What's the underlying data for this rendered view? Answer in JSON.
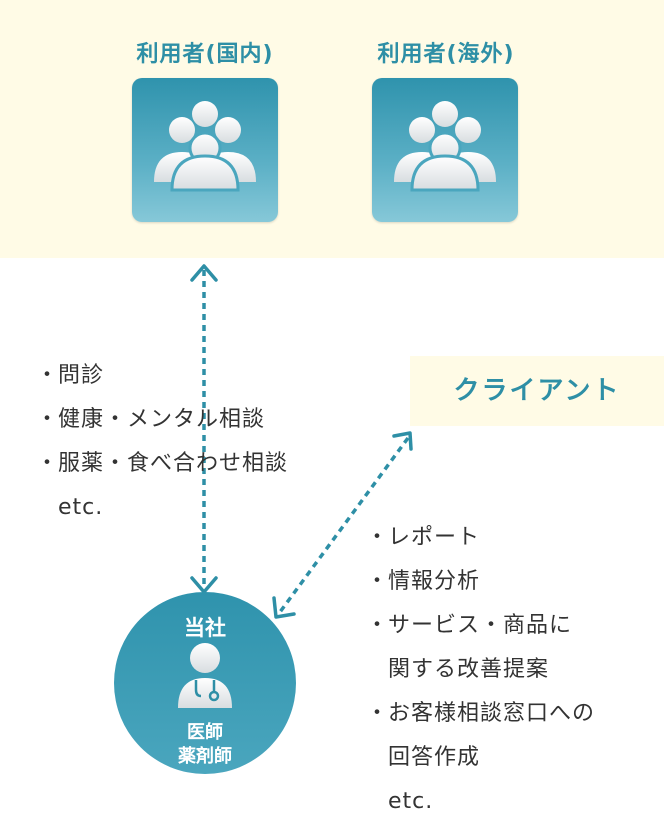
{
  "users": [
    {
      "label": "利用者(国内)"
    },
    {
      "label": "利用者(海外)"
    }
  ],
  "user_services": [
    {
      "text": "問診"
    },
    {
      "text": "健康・メンタル相談"
    },
    {
      "text": "服薬・食べ合わせ相談"
    }
  ],
  "user_services_etc": "etc.",
  "client": {
    "label": "クライアント"
  },
  "client_services": [
    {
      "text": "レポート"
    },
    {
      "text": "情報分析"
    },
    {
      "text": "サービス・商品に"
    },
    {
      "text": "関する改善提案",
      "continuation": true
    },
    {
      "text": "お客様相談窓口への"
    },
    {
      "text": "回答作成",
      "continuation": true
    }
  ],
  "client_services_etc": "etc.",
  "company": {
    "name": "当社",
    "role_line1": "医師",
    "role_line2": "薬剤師"
  },
  "bullet_mark": "・",
  "colors": {
    "accent": "#2e8fa6",
    "band": "#fffbe6",
    "connector": "#2e8fa6",
    "text": "#333333"
  }
}
